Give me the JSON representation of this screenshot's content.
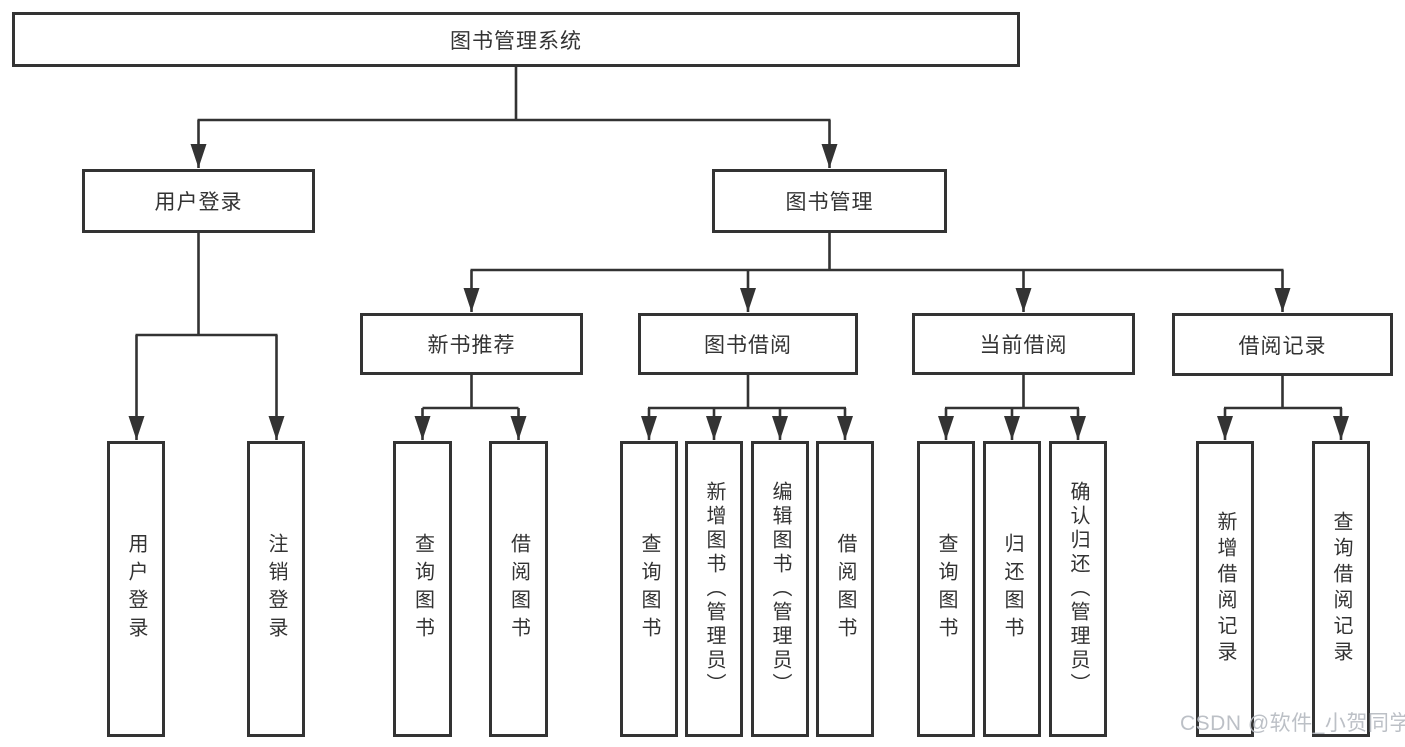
{
  "diagram": {
    "type": "tree",
    "root": {
      "label": "图书管理系统",
      "children": [
        {
          "label": "用户登录",
          "children": [
            {
              "label": "用户登录"
            },
            {
              "label": "注销登录"
            }
          ]
        },
        {
          "label": "图书管理",
          "children": [
            {
              "label": "新书推荐",
              "children": [
                {
                  "label": "查询图书"
                },
                {
                  "label": "借阅图书"
                }
              ]
            },
            {
              "label": "图书借阅",
              "children": [
                {
                  "label": "查询图书"
                },
                {
                  "label": "新增图书（管理员）"
                },
                {
                  "label": "编辑图书（管理员）"
                },
                {
                  "label": "借阅图书"
                }
              ]
            },
            {
              "label": "当前借阅",
              "children": [
                {
                  "label": "查询图书"
                },
                {
                  "label": "归还图书"
                },
                {
                  "label": "确认归还（管理员）"
                }
              ]
            },
            {
              "label": "借阅记录",
              "children": [
                {
                  "label": "新增借阅记录"
                },
                {
                  "label": "查询借阅记录"
                }
              ]
            }
          ]
        }
      ]
    }
  },
  "watermark": {
    "text": "CSDN @软件_小贺同学",
    "color": "#b9bdc4"
  },
  "colors": {
    "line": "#333333",
    "box_border": "#333333",
    "box_background": "#ffffff",
    "text": "#333333",
    "page_background": "#ffffff"
  }
}
